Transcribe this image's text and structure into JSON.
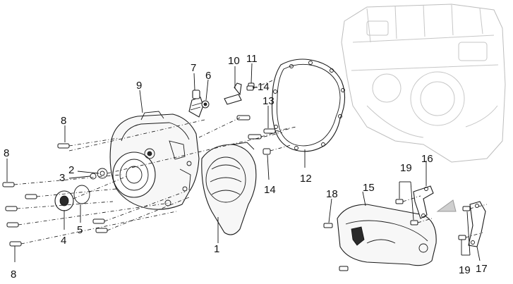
{
  "callouts": {
    "c1": "1",
    "c2": "2",
    "c3": "3",
    "c4": "4",
    "c5": "5",
    "c6": "6",
    "c7": "7",
    "c8_top": "8",
    "c8_left": "8",
    "c8_bottom": "8",
    "c9": "9",
    "c10": "10",
    "c11": "11",
    "c12": "12",
    "c13": "13",
    "c14_top": "14",
    "c14_mid": "14",
    "c15": "15",
    "c16": "16",
    "c17": "17",
    "c18": "18",
    "c19_top": "19",
    "c19_bottom": "19"
  },
  "colors": {
    "line": "#1a1a1a",
    "ghost_engine": "#bdbdbd",
    "arrow": "#cfcfcf",
    "background": "#ffffff"
  }
}
